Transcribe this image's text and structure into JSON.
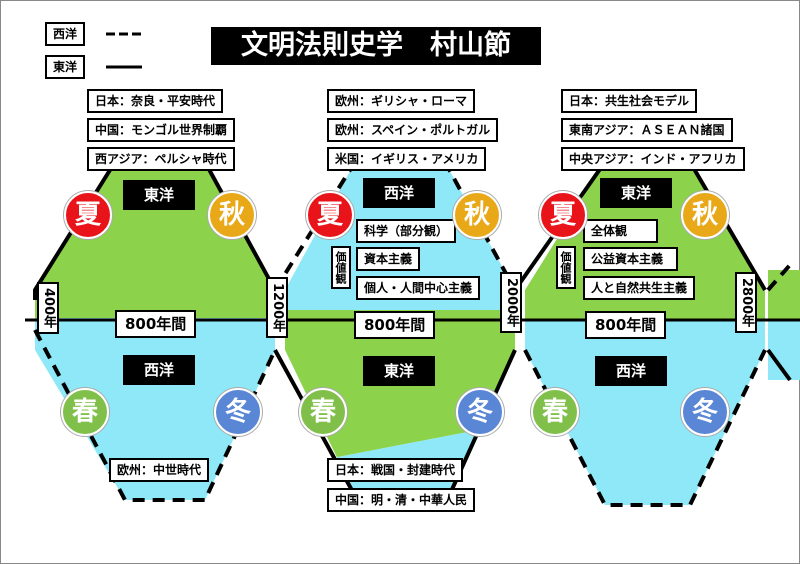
{
  "title": "文明法則史学　村山節",
  "legend": [
    {
      "label": "西洋",
      "style": "dashed"
    },
    {
      "label": "東洋",
      "style": "solid"
    }
  ],
  "years": [
    "400年",
    "1200年",
    "2000年",
    "2800年"
  ],
  "duration": "800年間",
  "seasons": {
    "summer": "夏",
    "autumn": "秋",
    "spring": "春",
    "winter": "冬"
  },
  "value_label": "価値観",
  "colors": {
    "green": "#8cd24b",
    "cyan": "#8ee8f7",
    "summer": "#e8141a",
    "autumn": "#e8a818",
    "spring": "#80c04a",
    "winter": "#5a86d6"
  },
  "cycles": [
    {
      "top_label": "東洋",
      "bottom_label": "西洋",
      "top_notes": [
        "日本：奈良・平安時代",
        "中国：モンゴル世界制覇",
        "西アジア：ペルシャ時代"
      ],
      "bottom_notes": [
        "欧州：中世時代"
      ]
    },
    {
      "top_label": "西洋",
      "bottom_label": "東洋",
      "top_notes": [
        "欧州：ギリシャ・ローマ",
        "欧州：スペイン・ポルトガル",
        "米国：イギリス・アメリカ"
      ],
      "values": [
        "科学（部分観）",
        "資本主義",
        "個人・人間中心主義"
      ],
      "bottom_notes": [
        "日本：戦国・封建時代",
        "中国：明・清・中華人民"
      ]
    },
    {
      "top_label": "東洋",
      "bottom_label": "西洋",
      "top_notes": [
        "日本：共生社会モデル",
        "東南アジア：ＡＳＥＡＮ諸国",
        "中央アジア：インド・アフリカ"
      ],
      "values": [
        "全体観",
        "公益資本主義",
        "人と自然共生主義"
      ]
    }
  ]
}
